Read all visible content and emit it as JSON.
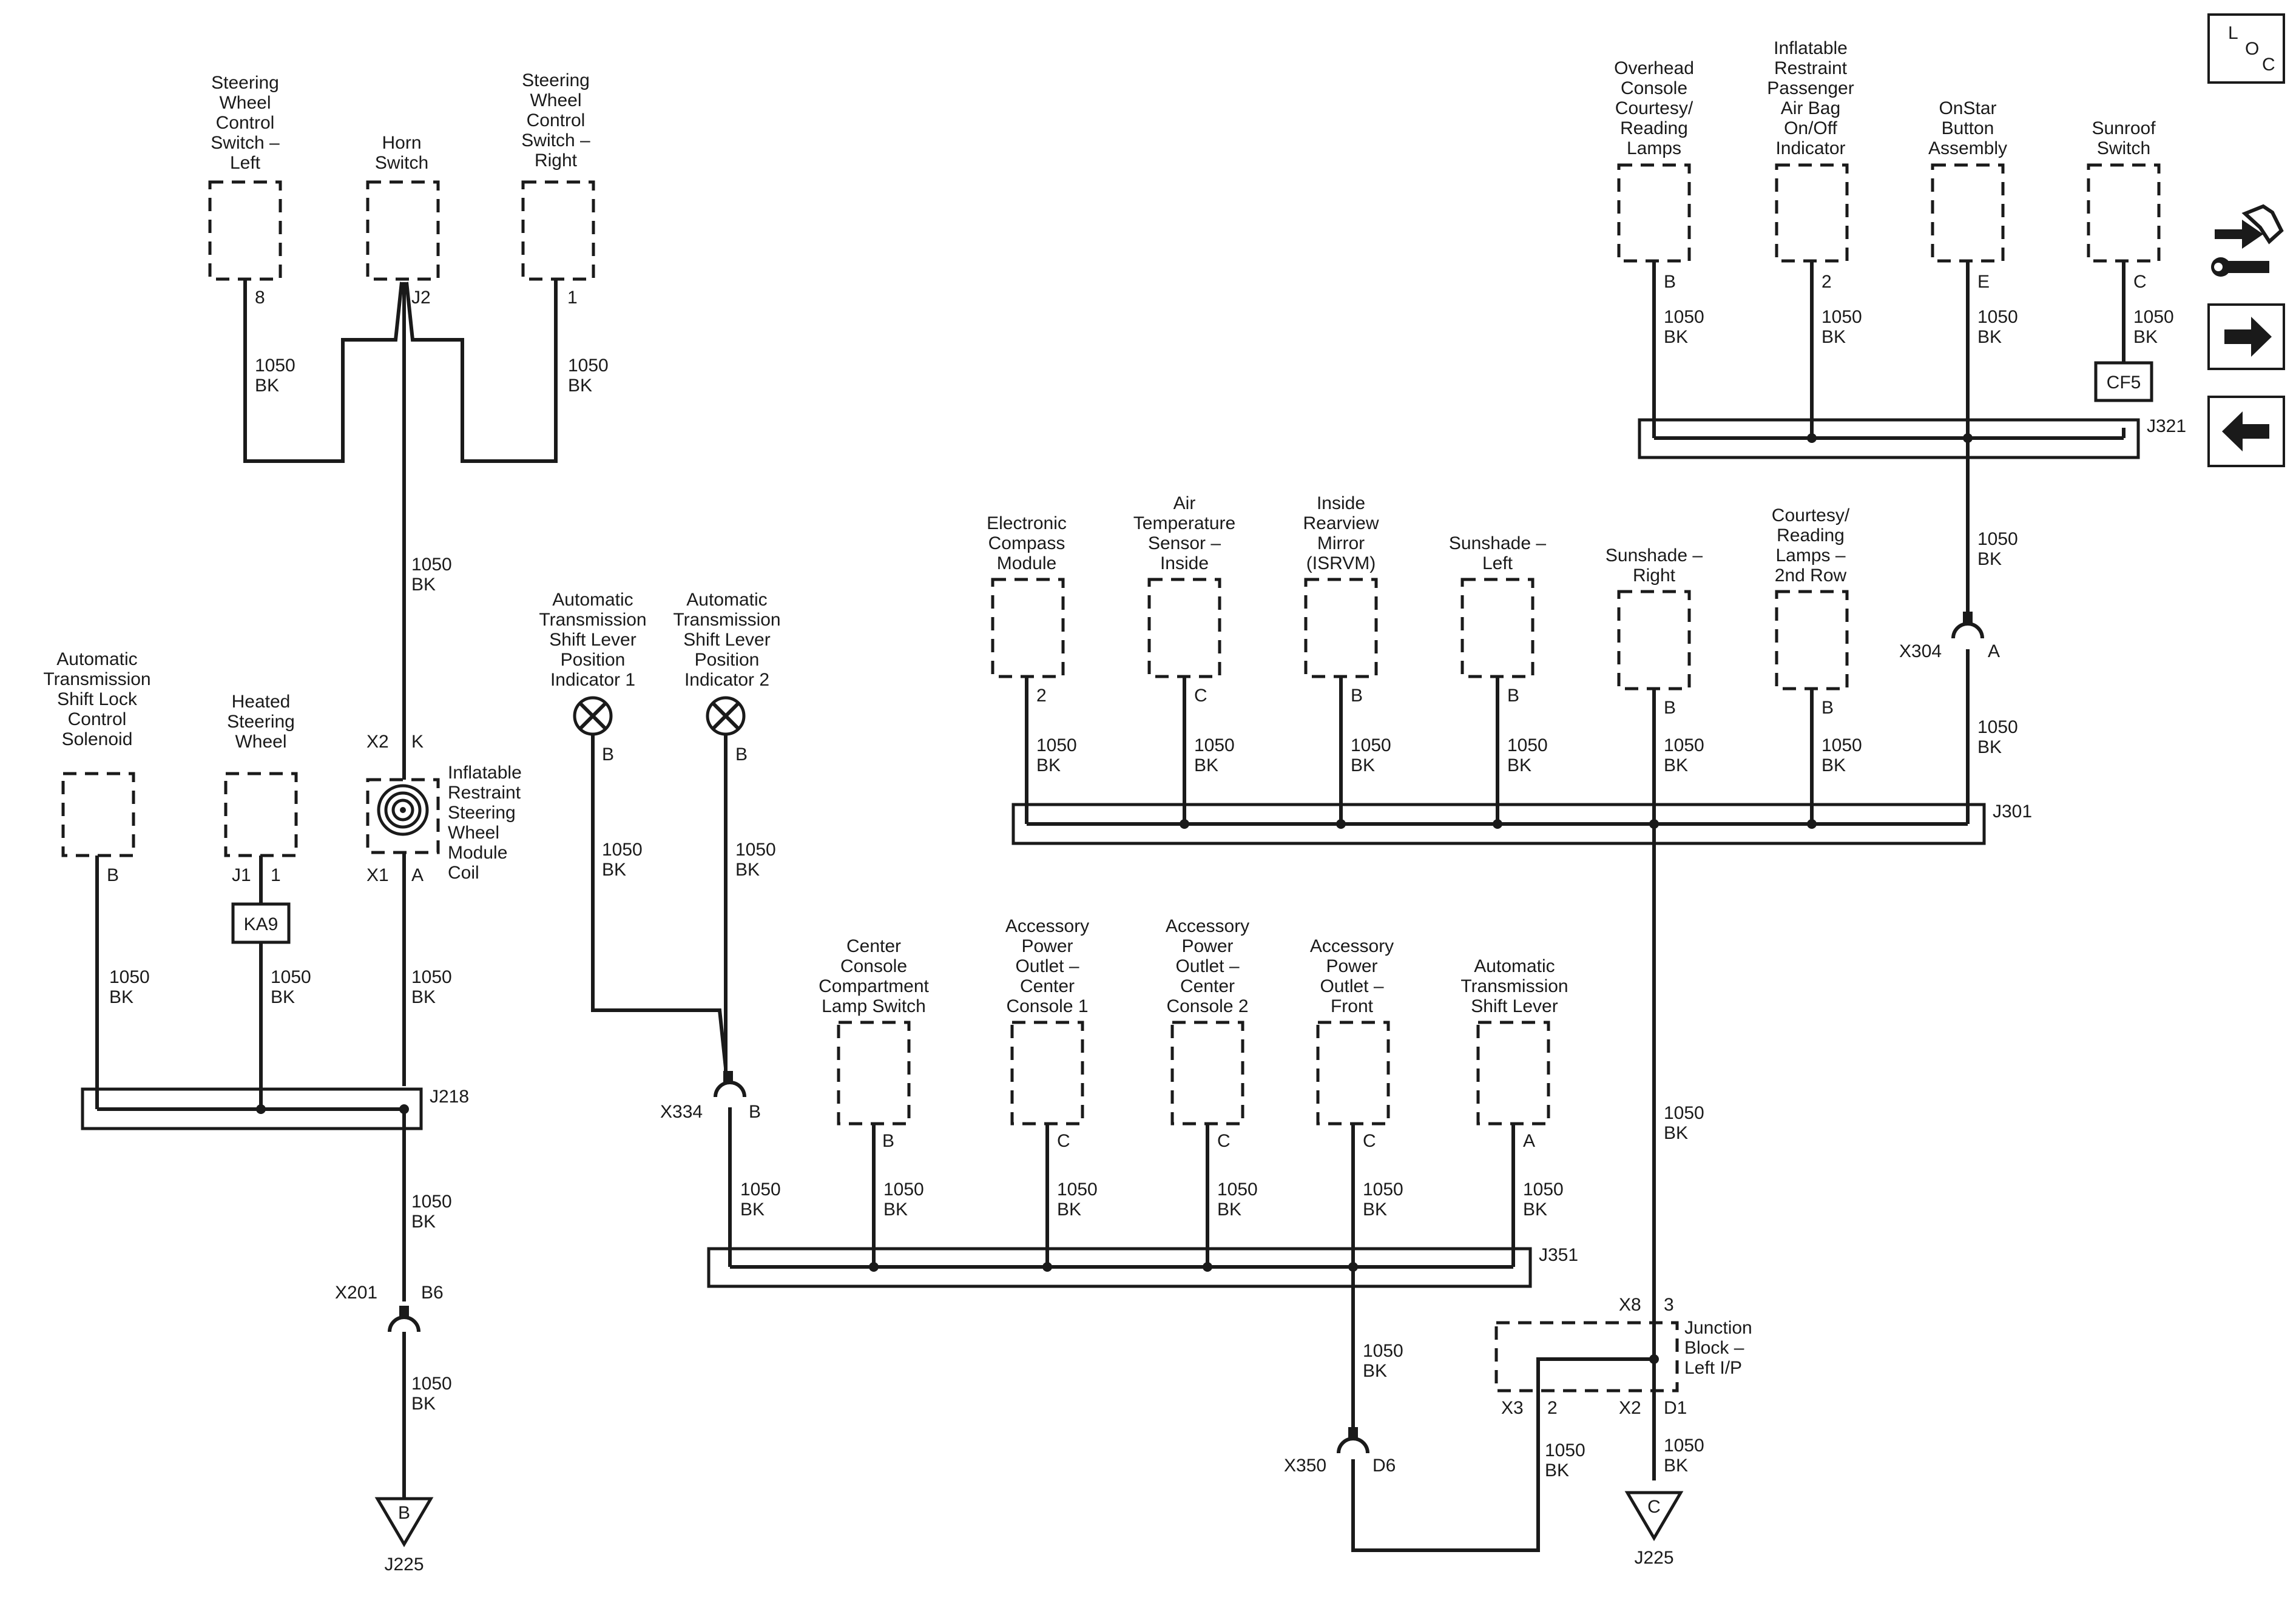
{
  "wire": {
    "circuit": "1050",
    "color": "BK"
  },
  "components": {
    "swc_left": [
      "Steering",
      "Wheel",
      "Control",
      "Switch –",
      "Left"
    ],
    "horn": [
      "Horn",
      "Switch"
    ],
    "swc_right": [
      "Steering",
      "Wheel",
      "Control",
      "Switch –",
      "Right"
    ],
    "shift_lock": [
      "Automatic",
      "Transmission",
      "Shift Lock",
      "Control",
      "Solenoid"
    ],
    "heated_sw": [
      "Heated",
      "Steering",
      "Wheel"
    ],
    "coil": [
      "Inflatable",
      "Restraint",
      "Steering",
      "Wheel",
      "Module",
      "Coil"
    ],
    "ind1": [
      "Automatic",
      "Transmission",
      "Shift Lever",
      "Position",
      "Indicator 1"
    ],
    "ind2": [
      "Automatic",
      "Transmission",
      "Shift Lever",
      "Position",
      "Indicator 2"
    ],
    "center_console": [
      "Center",
      "Console",
      "Compartment",
      "Lamp Switch"
    ],
    "apo1": [
      "Accessory",
      "Power",
      "Outlet –",
      "Center",
      "Console 1"
    ],
    "apo2": [
      "Accessory",
      "Power",
      "Outlet –",
      "Center",
      "Console 2"
    ],
    "apo_front": [
      "Accessory",
      "Power",
      "Outlet –",
      "Front"
    ],
    "shift_lever": [
      "Automatic",
      "Transmission",
      "Shift Lever"
    ],
    "compass": [
      "Electronic",
      "Compass",
      "Module"
    ],
    "air_temp": [
      "Air",
      "Temperature",
      "Sensor –",
      "Inside"
    ],
    "mirror": [
      "Inside",
      "Rearview",
      "Mirror",
      "(ISRVM)"
    ],
    "sunshade_l": [
      "Sunshade –",
      "Left"
    ],
    "sunshade_r": [
      "Sunshade –",
      "Right"
    ],
    "courtesy2": [
      "Courtesy/",
      "Reading",
      "Lamps –",
      "2nd Row"
    ],
    "overhead": [
      "Overhead",
      "Console",
      "Courtesy/",
      "Reading",
      "Lamps"
    ],
    "airbag_ind": [
      "Inflatable",
      "Restraint",
      "Passenger",
      "Air Bag",
      "On/Off",
      "Indicator"
    ],
    "onstar": [
      "OnStar",
      "Button",
      "Assembly"
    ],
    "sunroof": [
      "Sunroof",
      "Switch"
    ],
    "junction": [
      "Junction",
      "Block –",
      "Left I/P"
    ]
  },
  "pins": {
    "swc_left": "8",
    "horn": "J2",
    "swc_right": "1",
    "shift_lock": "B",
    "heated_j1": "J1",
    "heated": "1",
    "coil_x2": "X2",
    "coil_k": "K",
    "coil_x1": "X1",
    "coil_a": "A",
    "ind1": "B",
    "ind2": "B",
    "center_console": "B",
    "apo1": "C",
    "apo2": "C",
    "apo_front": "C",
    "shift_lever": "A",
    "compass": "2",
    "air_temp": "C",
    "mirror": "B",
    "sunshade_l": "B",
    "sunshade_r": "B",
    "courtesy2": "B",
    "overhead": "B",
    "airbag_ind": "2",
    "onstar": "E",
    "sunroof": "C",
    "jb_x8": "X8",
    "jb_3": "3",
    "jb_x3": "X3",
    "jb_2": "2",
    "jb_x2": "X2",
    "jb_d1": "D1"
  },
  "connectors": {
    "x201": "X201",
    "x201_pin": "B6",
    "x334": "X334",
    "x334_pin": "B",
    "x350": "X350",
    "x350_pin": "D6",
    "x304": "X304",
    "x304_pin": "A"
  },
  "splices": {
    "j218": "J218",
    "j351": "J351",
    "j301": "J301",
    "j321": "J321"
  },
  "inline": {
    "ka9": "KA9",
    "cf5": "CF5"
  },
  "grounds": {
    "b_letter": "B",
    "c_letter": "C",
    "b_name": "J225",
    "c_name": "J225"
  },
  "loc_icon": {
    "l": "L",
    "o": "O",
    "c": "C"
  },
  "icons": {
    "loc": "loc-icon",
    "service": "service-wrench-icon",
    "next": "arrow-right-icon",
    "prev": "arrow-left-icon"
  }
}
